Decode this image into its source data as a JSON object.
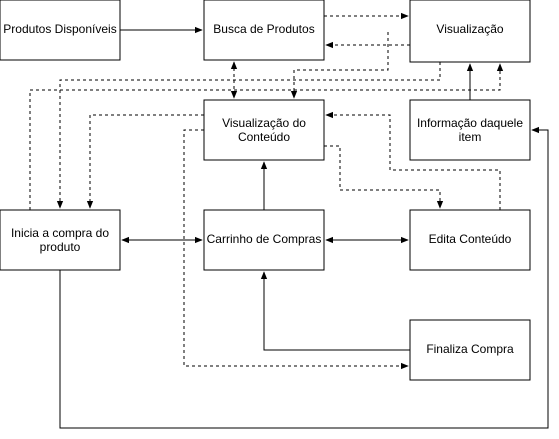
{
  "diagram": {
    "background": "#ffffff",
    "stroke_color": "#000000",
    "nodes": {
      "produtos_disponiveis": [
        "Produtos Disponíveis"
      ],
      "busca_de_produtos": [
        "Busca de Produtos"
      ],
      "visualizacao": [
        "Visualização"
      ],
      "visualizacao_do_conteudo": [
        "Visualização do",
        "Conteúdo"
      ],
      "informacao_daquele_item": [
        "Informação daquele",
        "item"
      ],
      "inicia_a_compra": [
        "Inicia a compra do",
        "produto"
      ],
      "carrinho_de_compras": [
        "Carrinho de Compras"
      ],
      "edita_conteudo": [
        "Edita Conteúdo"
      ],
      "finaliza_compra": [
        "Finaliza Compra"
      ]
    },
    "edges": [
      {
        "from": "produtos_disponiveis",
        "to": "busca_de_produtos",
        "style": "solid",
        "direction": "forward"
      },
      {
        "from": "busca_de_produtos",
        "to": "visualizacao",
        "style": "dashed",
        "direction": "forward"
      },
      {
        "from": "visualizacao",
        "to": "busca_de_produtos",
        "style": "dashed",
        "direction": "forward"
      },
      {
        "from": "busca_de_produtos",
        "to": "visualizacao_do_conteudo",
        "style": "dashed",
        "direction": "both"
      },
      {
        "from": "visualizacao",
        "to": "visualizacao_do_conteudo",
        "style": "dashed",
        "direction": "forward"
      },
      {
        "from": "visualizacao",
        "to": "inicia_a_compra",
        "style": "dashed",
        "direction": "forward"
      },
      {
        "from": "inicia_a_compra",
        "to": "visualizacao",
        "style": "dashed",
        "direction": "forward"
      },
      {
        "from": "informacao_daquele_item",
        "to": "visualizacao",
        "style": "solid",
        "direction": "forward"
      },
      {
        "from": "visualizacao_do_conteudo",
        "to": "inicia_a_compra",
        "style": "dashed",
        "direction": "forward"
      },
      {
        "from": "visualizacao_do_conteudo",
        "to": "edita_conteudo",
        "style": "dashed",
        "direction": "forward"
      },
      {
        "from": "visualizacao_do_conteudo",
        "to": "finaliza_compra",
        "style": "dashed",
        "direction": "forward"
      },
      {
        "from": "edita_conteudo",
        "to": "visualizacao_do_conteudo",
        "style": "dashed",
        "direction": "forward"
      },
      {
        "from": "carrinho_de_compras",
        "to": "visualizacao_do_conteudo",
        "style": "solid",
        "direction": "forward"
      },
      {
        "from": "inicia_a_compra",
        "to": "carrinho_de_compras",
        "style": "solid",
        "direction": "both"
      },
      {
        "from": "carrinho_de_compras",
        "to": "edita_conteudo",
        "style": "solid",
        "direction": "both"
      },
      {
        "from": "finaliza_compra",
        "to": "carrinho_de_compras",
        "style": "solid",
        "direction": "forward"
      },
      {
        "from": "inicia_a_compra",
        "to": "informacao_daquele_item",
        "style": "solid",
        "direction": "forward"
      }
    ]
  }
}
